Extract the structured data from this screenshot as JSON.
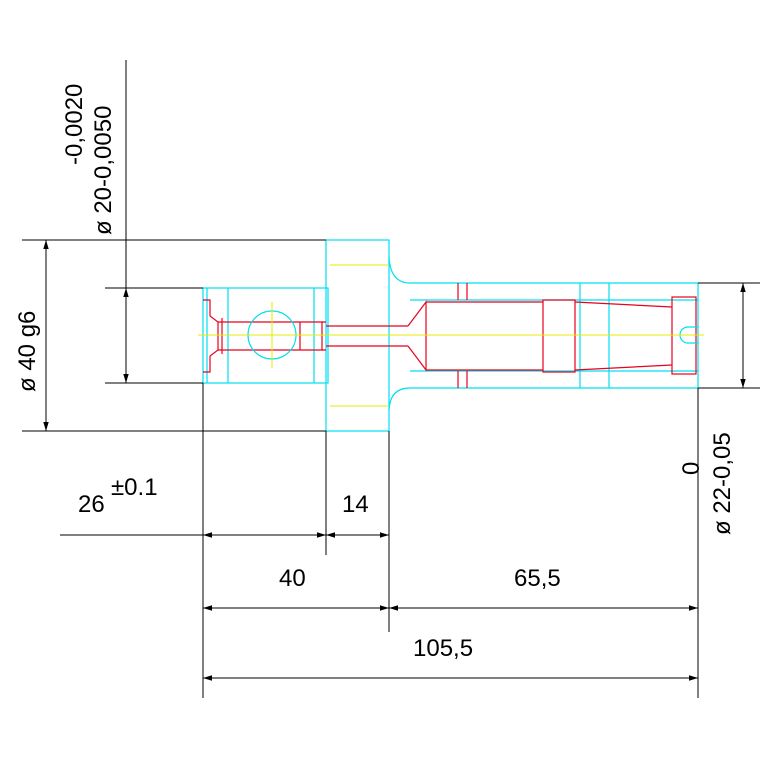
{
  "colors": {
    "background": "#ffffff",
    "dimension": "#000000",
    "outline": "#00e0f0",
    "inner": "#e8001c",
    "centerline": "#e8e800"
  },
  "dimensions": {
    "dia_20_tol_upper": "-0,0020",
    "dia_20_label": "ø 20-0,0050",
    "dia_40_label": "ø 40 g6",
    "dia_22_tol_upper": "0",
    "dia_22_label": "ø 22-0,05",
    "len_26_value": "26",
    "len_26_tol": "±0.1",
    "len_14": "14",
    "len_40": "40",
    "len_65_5": "65,5",
    "len_105_5": "105,5"
  }
}
